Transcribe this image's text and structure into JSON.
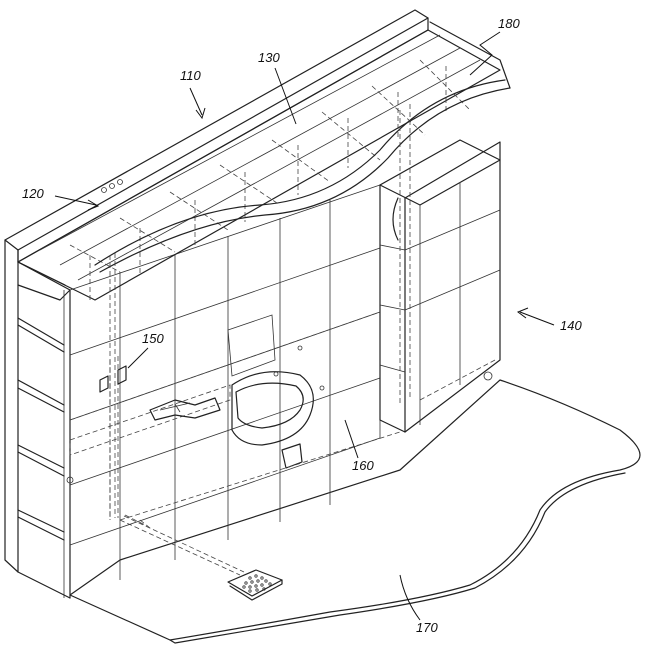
{
  "figure": {
    "labels": {
      "wall_module": "110",
      "pipe_opening": "120",
      "ceiling_frame": "130",
      "cabinet_module": "140",
      "valve": "150",
      "fixture_area": "160",
      "floor": "170",
      "ceiling_sheet": "180"
    }
  }
}
